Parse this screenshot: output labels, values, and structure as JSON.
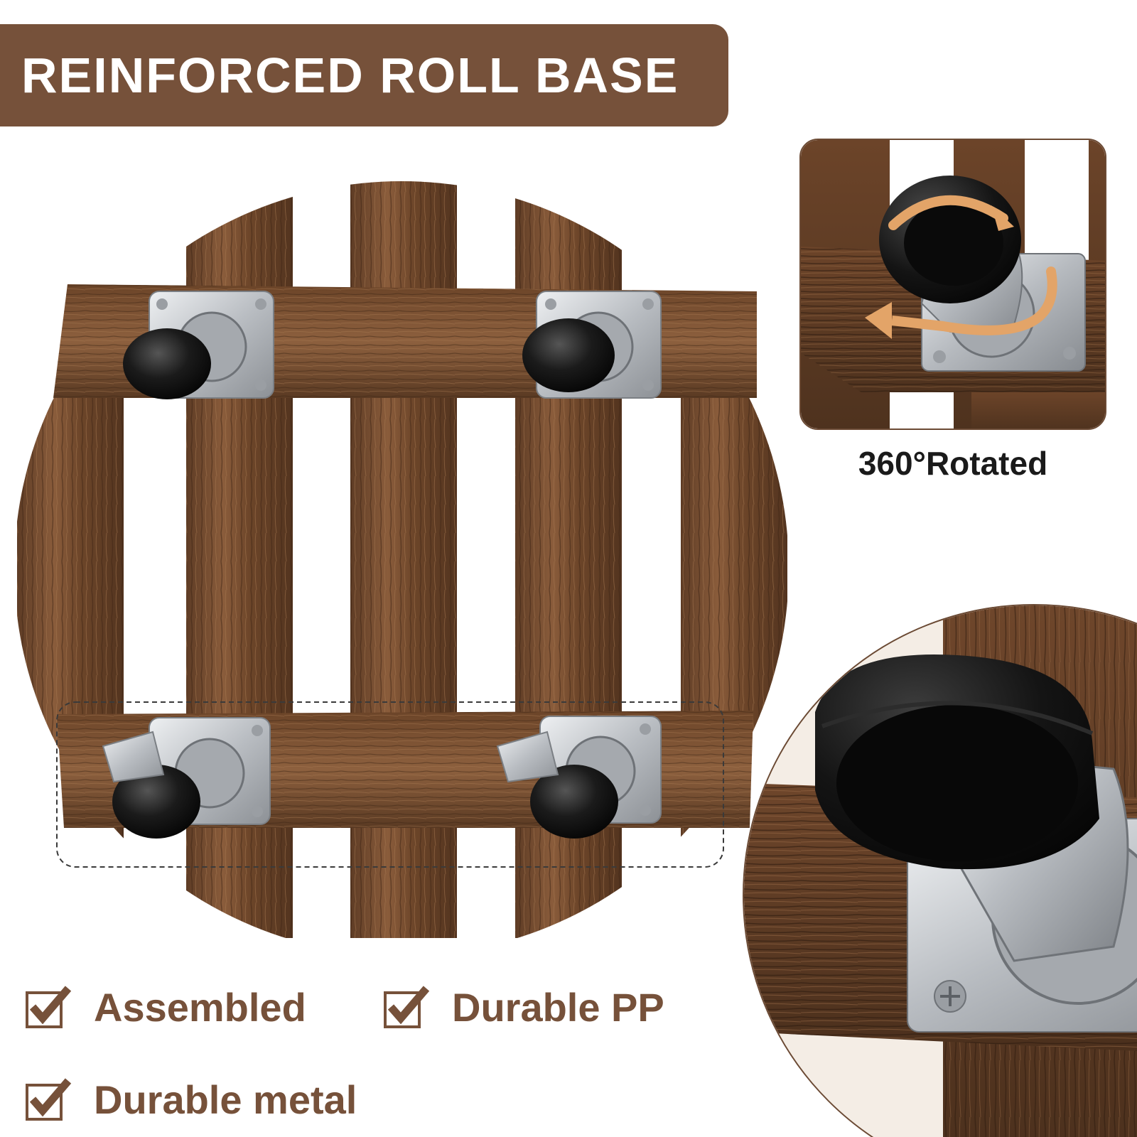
{
  "header": {
    "title": "REINFORCED ROLL BASE"
  },
  "detail": {
    "caption": "360°Rotated"
  },
  "features": [
    {
      "label": "Assembled",
      "icon": "checkbox-checked-icon"
    },
    {
      "label": "Durable PP",
      "icon": "checkbox-checked-icon"
    },
    {
      "label": "Durable metal",
      "icon": "checkbox-checked-icon"
    }
  ],
  "colors": {
    "brand_brown": "#76513a",
    "wood_dark": "#5a3a24",
    "wood_mid": "#7a5136",
    "wood_light": "#9a6a45",
    "metal": "#c9ccd0",
    "wheel": "#141414",
    "arrow": "#e3a468",
    "text_dark": "#1a1a1a"
  }
}
